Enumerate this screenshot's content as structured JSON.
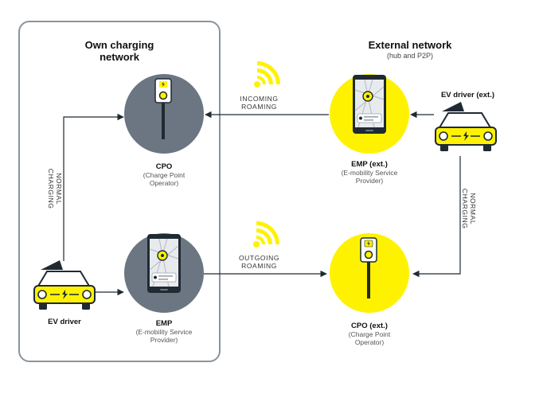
{
  "own_network": {
    "title_line1": "Own charging",
    "title_line2": "network"
  },
  "external_network": {
    "title": "External network",
    "subtitle": "(hub and P2P)"
  },
  "nodes": {
    "cpo": {
      "title": "CPO",
      "sub1": "(Charge Point",
      "sub2": "Operator)"
    },
    "emp": {
      "title": "EMP",
      "sub1": "(E-mobility Service",
      "sub2": "Provider)"
    },
    "emp_ext": {
      "title": "EMP (ext.)",
      "sub1": "(E-mobility Service",
      "sub2": "Provider)"
    },
    "cpo_ext": {
      "title": "CPO (ext.)",
      "sub1": "(Charge Point",
      "sub2": "Operator)"
    },
    "ev_driver": {
      "title": "EV driver"
    },
    "ev_driver_ext": {
      "title": "EV driver (ext.)"
    }
  },
  "flows": {
    "incoming": {
      "line1": "INCOMING",
      "line2": "ROAMING"
    },
    "outgoing": {
      "line1": "OUTGOING",
      "line2": "ROAMING"
    },
    "normal_left": {
      "line1": "NORMAL",
      "line2": "CHARGING"
    },
    "normal_right": {
      "line1": "NORMAL",
      "line2": "CHARGING"
    }
  },
  "colors": {
    "gray": "#6b7682",
    "yellow": "#fff200",
    "dark": "#1f2a33",
    "frame": "#8a949c"
  },
  "icons": [
    "wifi-icon",
    "charger-icon",
    "phone-icon",
    "car-icon"
  ]
}
